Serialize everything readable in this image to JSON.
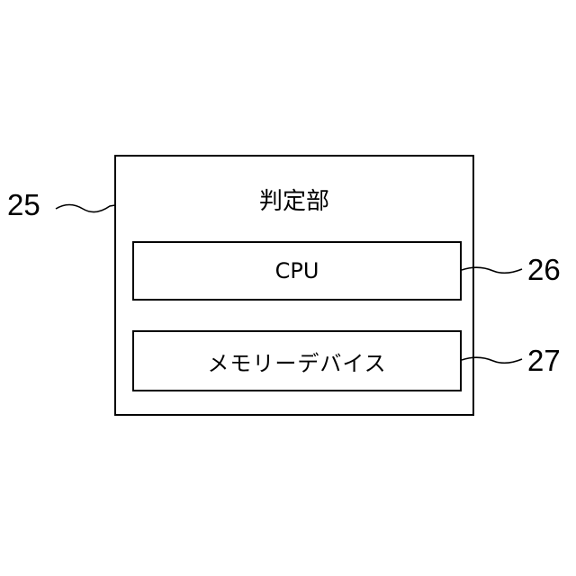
{
  "diagram": {
    "outer_block": {
      "label": "判定部",
      "ref_number": "25"
    },
    "inner_blocks": [
      {
        "label": "CPU",
        "ref_number": "26"
      },
      {
        "label": "メモリーデバイス",
        "ref_number": "27"
      }
    ]
  }
}
